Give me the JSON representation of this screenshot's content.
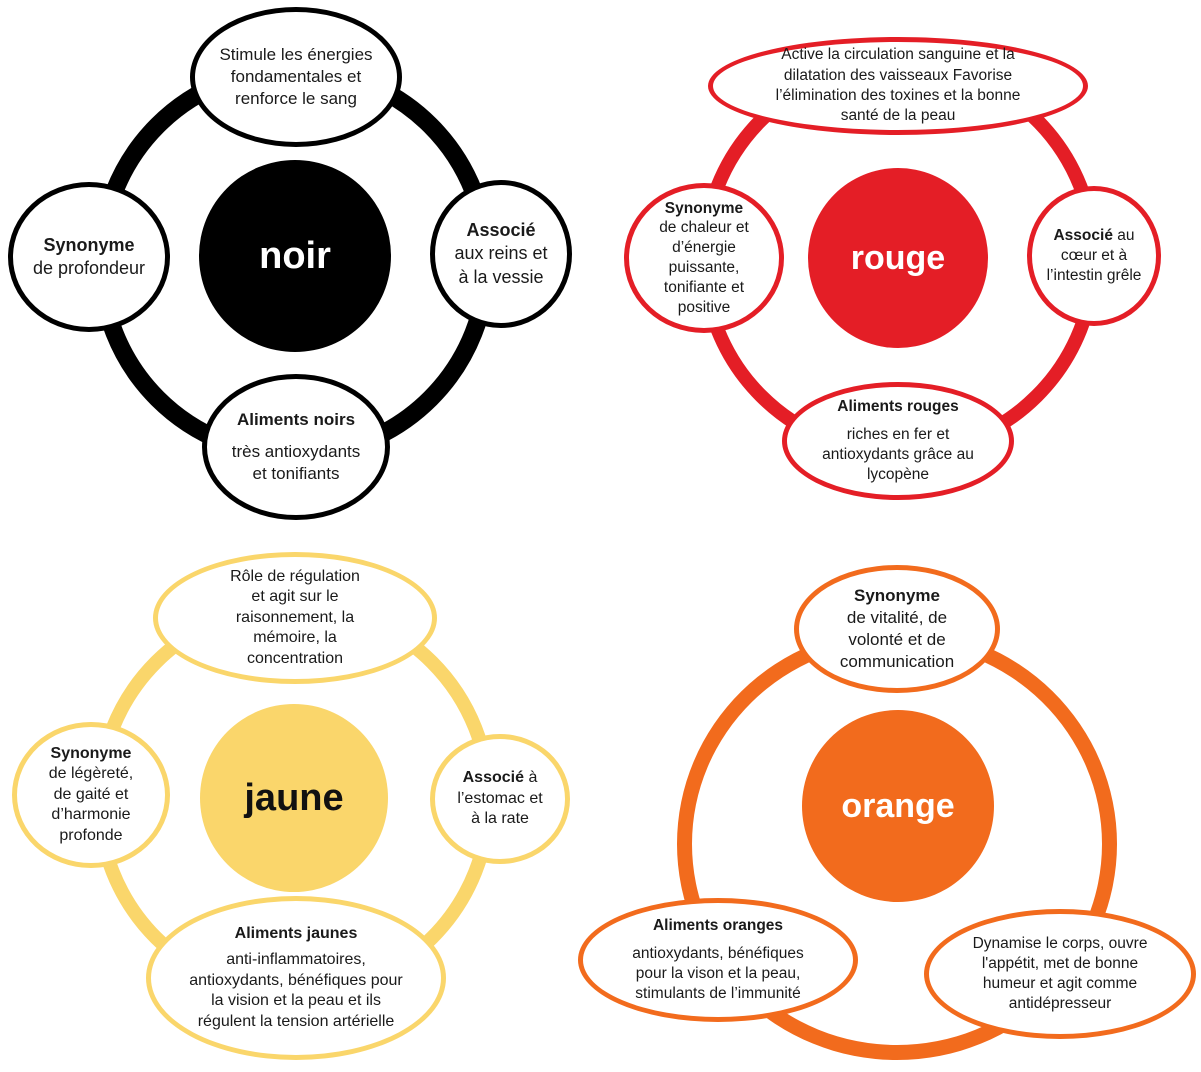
{
  "colors": {
    "black": "#000000",
    "red": "#e41e26",
    "yellow": "#fad66b",
    "orange": "#f26b1d"
  },
  "diagrams": {
    "noir": {
      "title": "noir",
      "top": "Stimule les énergies fondamentales et renforce le sang",
      "left_title": "Synonyme",
      "left_body": "de profondeur",
      "right_title": "Associé",
      "right_body": "aux reins et à la vessie",
      "bottom_title": "Aliments noirs",
      "bottom_body": "très antioxydants et tonifiants"
    },
    "rouge": {
      "title": "rouge",
      "top": "Active la circulation sanguine et la dilatation des vaisseaux Favorise l’élimination des toxines et la bonne santé de la peau",
      "left_title": "Synonyme",
      "left_body": "de chaleur et d’énergie puissante, tonifiante et positive",
      "right_title": "Associé",
      "right_body": "au cœur et à l’intestin grêle",
      "bottom_title": "Aliments rouges",
      "bottom_body": "riches en fer et antioxydants grâce au lycopène"
    },
    "jaune": {
      "title": "jaune",
      "top": "Rôle de régulation et agit sur le raisonnement, la mémoire, la concentration",
      "left_title": "Synonyme",
      "left_body": "de légèreté, de gaité et d’harmonie profonde",
      "right_title": "Associé",
      "right_body": "à l’estomac et à la rate",
      "bottom_title": "Aliments jaunes",
      "bottom_body": "anti-inflammatoires, antioxydants, bénéfiques pour la vision et la peau et ils régulent la tension artérielle"
    },
    "orange": {
      "title": "orange",
      "top_title": "Synonyme",
      "top_body": "de vitalité, de volonté et de communication",
      "left_title": "Aliments oranges",
      "left_body": "antioxydants, bénéfiques pour la vison et la peau, stimulants de l’immunité",
      "right": "Dynamise le corps, ouvre l'appétit, met de bonne humeur et agit comme antidépresseur"
    }
  }
}
